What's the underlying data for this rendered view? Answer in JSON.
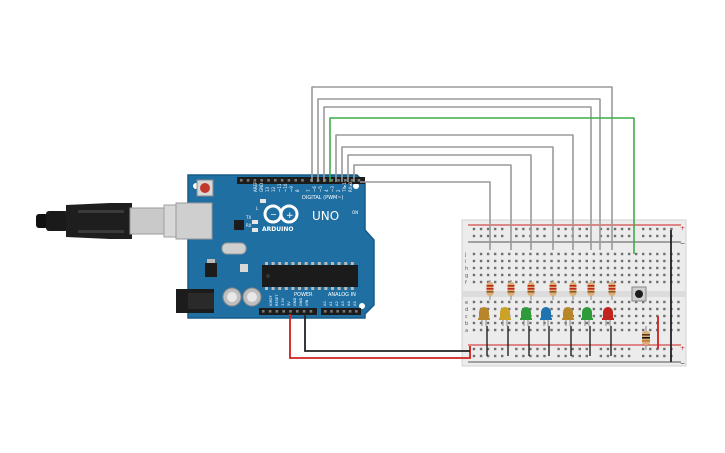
{
  "board": {
    "brand": "ARDUINO",
    "model": "UNO",
    "digital_header": "DIGITAL (PWM~)",
    "power_header": "POWER",
    "analog_header": "ANALOG IN",
    "tx_label": "TX",
    "rx_label": "RX",
    "l_label": "L",
    "on_label": "ON",
    "aref_label": "AREF",
    "gnd_label": "GND",
    "pin_13": "13",
    "pin_12": "12",
    "pin_11": "~11",
    "pin_10": "~10",
    "pin_9": "~9",
    "pin_8": "8",
    "pin_7": "7",
    "pin_6": "~6",
    "pin_5": "~5",
    "pin_4": "4",
    "pin_3": "~3",
    "pin_2": "2",
    "pin_tx1": "TX▸1",
    "pin_rx0": "RX◂0",
    "pwr_ioref": "IOREF",
    "pwr_reset": "RESET",
    "pwr_3v3": "3.3V",
    "pwr_5v": "5V",
    "pwr_gnd1": "GND",
    "pwr_gnd2": "GND",
    "pwr_vin": "VIN",
    "a0": "A0",
    "a1": "A1",
    "a2": "A2",
    "a3": "A3",
    "a4": "A4",
    "a5": "A5"
  },
  "breadboard": {
    "row_a": "a",
    "row_b": "b",
    "row_c": "c",
    "row_d": "d",
    "row_e": "e",
    "row_f": "f",
    "row_g": "g",
    "row_h": "h",
    "row_i": "i",
    "row_j": "j",
    "plus": "+",
    "minus": "−"
  },
  "colors": {
    "board": "#1f6fa3",
    "board_edge": "#175a86",
    "breadboard": "#ececec",
    "wire_gray": "#9a9a9a",
    "wire_green": "#3fae49",
    "wire_red": "#d11f1f",
    "wire_black": "#222222",
    "led_yellow": "#c9a227",
    "led_orange": "#b8862a",
    "led_green": "#2e9a3a",
    "led_blue": "#1f74b0",
    "led_red": "#c0241d",
    "resistor": "#d9b07a"
  },
  "icons": {
    "usb_cable": "usb-cable-icon",
    "arduino_logo": "infinity-logo-icon"
  }
}
